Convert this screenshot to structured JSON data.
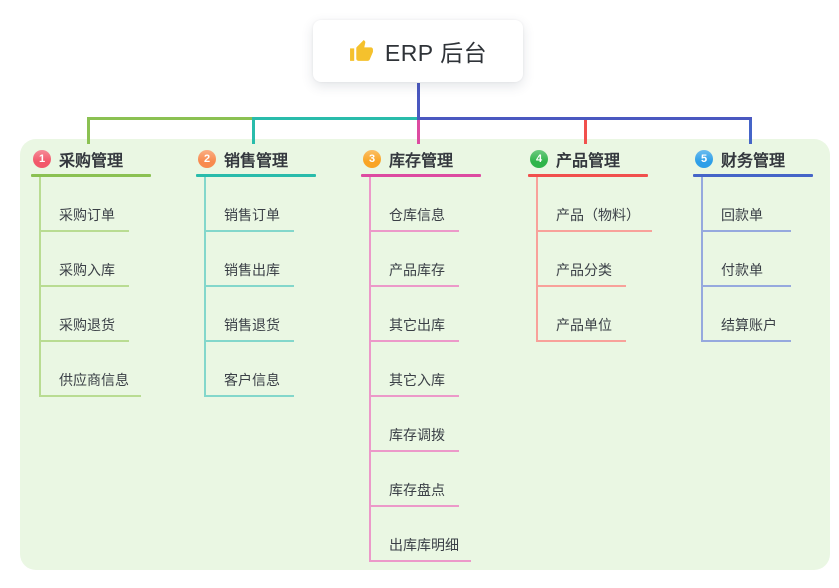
{
  "root": {
    "label": "ERP 后台",
    "icon": "thumbs-up"
  },
  "colors": {
    "page_bg": "#ffffff",
    "panel_bg": "#eaf7e3",
    "trunk": "#4a58c0",
    "root_card_bg": "#ffffff",
    "branch_label_text": "#34383e",
    "child_label_text": "#3b4047",
    "thumb_icon": "#f5c12d"
  },
  "branches": [
    {
      "num": "1",
      "label": "采购管理",
      "line_color": "#8bc152",
      "line_light": "#b9dc92",
      "badge_color": "#f2596b",
      "children": [
        "采购订单",
        "采购入库",
        "采购退货",
        "供应商信息"
      ]
    },
    {
      "num": "2",
      "label": "销售管理",
      "line_color": "#29bcab",
      "line_light": "#83d7cb",
      "badge_color": "#f88a4e",
      "children": [
        "销售订单",
        "销售出库",
        "销售退货",
        "客户信息"
      ]
    },
    {
      "num": "3",
      "label": "库存管理",
      "line_color": "#dd4ba1",
      "line_light": "#ec99c9",
      "badge_color": "#f9a424",
      "children": [
        "仓库信息",
        "产品库存",
        "其它出库",
        "其它入库",
        "库存调拨",
        "库存盘点",
        "出库库明细"
      ]
    },
    {
      "num": "4",
      "label": "产品管理",
      "line_color": "#f1504d",
      "line_light": "#f8a19a",
      "badge_color": "#2fb54a",
      "children": [
        "产品（物料）",
        "产品分类",
        "产品单位"
      ]
    },
    {
      "num": "5",
      "label": "财务管理",
      "line_color": "#4565c8",
      "line_light": "#96a9de",
      "badge_color": "#2d9fe8",
      "children": [
        "回款单",
        "付款单",
        "结算账户"
      ]
    }
  ]
}
